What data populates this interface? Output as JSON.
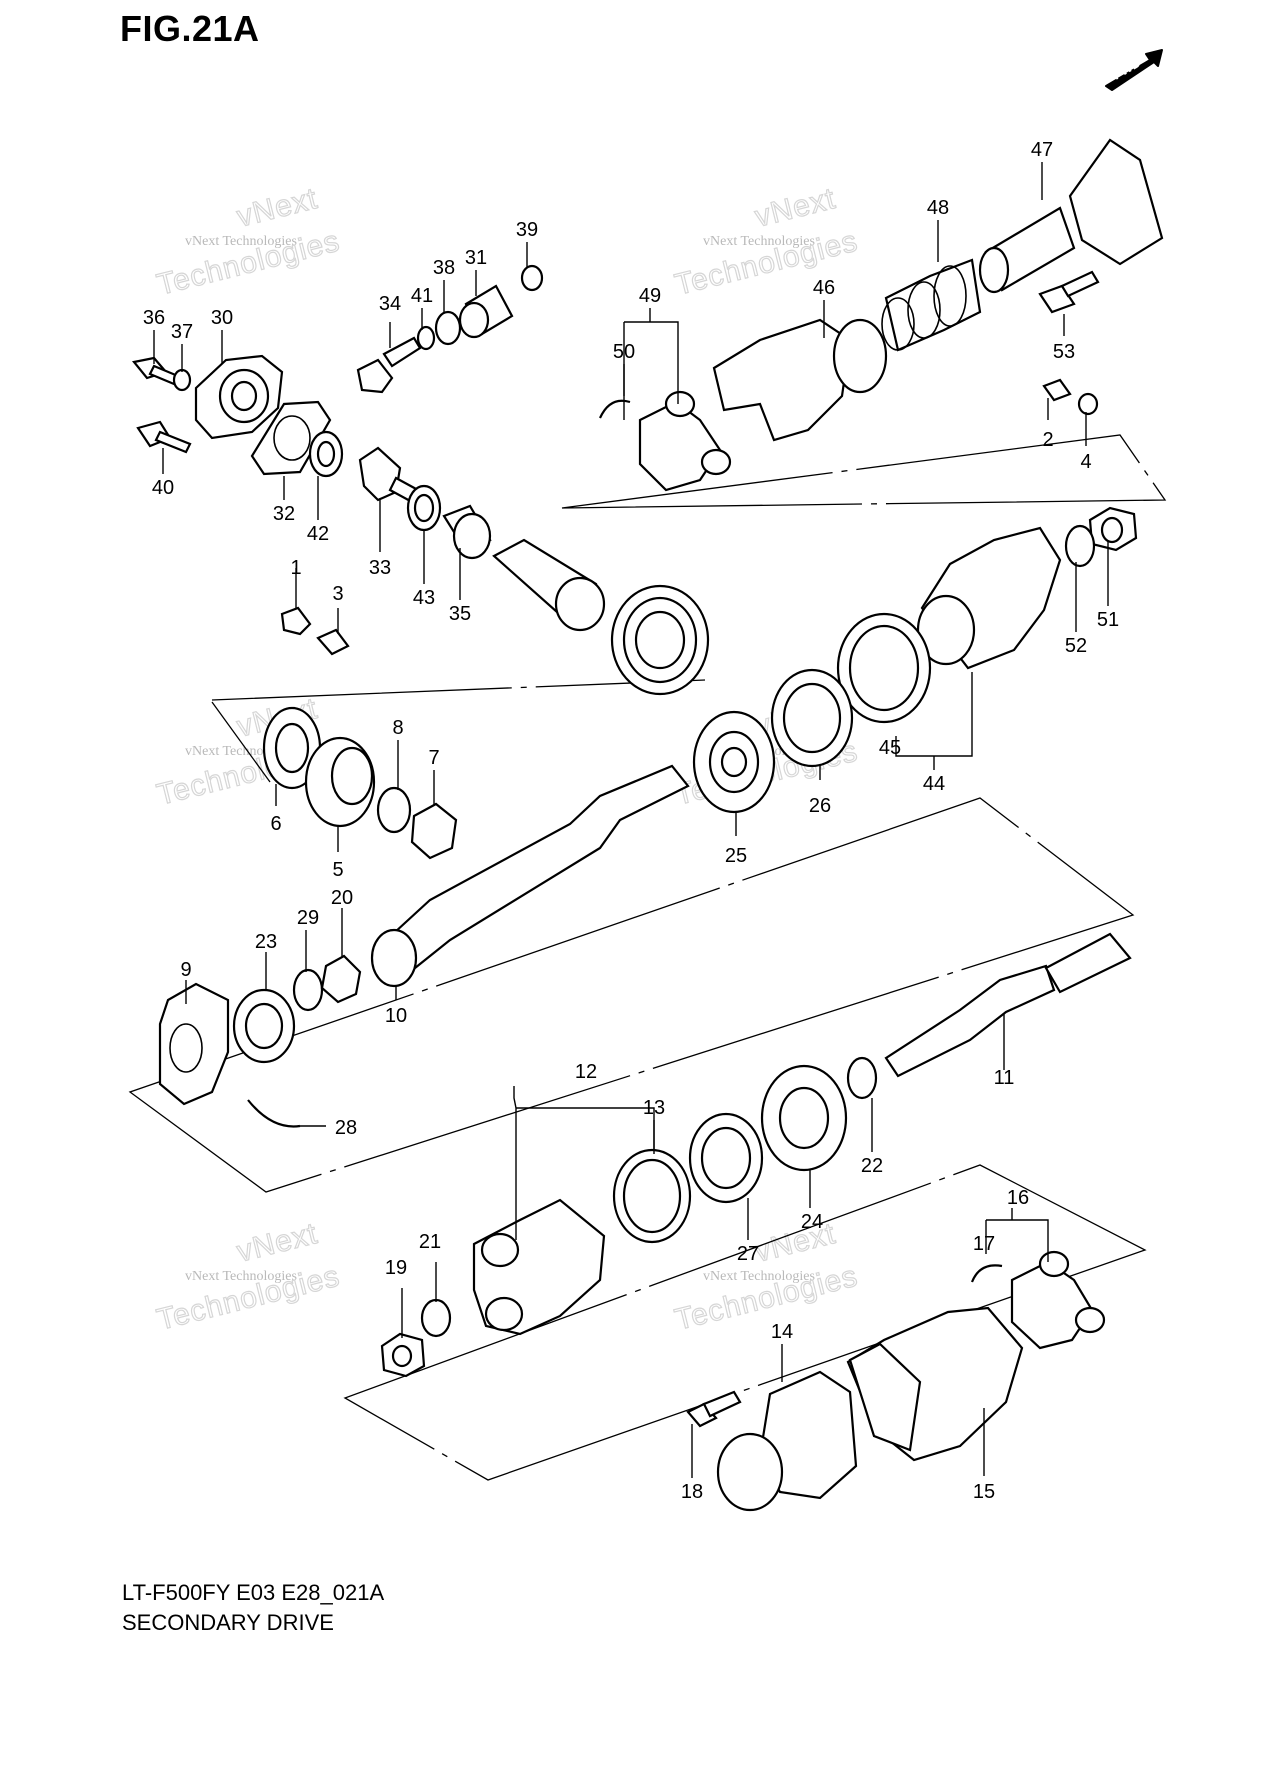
{
  "figure": {
    "title": "FIG.21A",
    "fwd_label": "FWD"
  },
  "model": {
    "line1": "LT-F500FY E03 E28_021A",
    "line2": "SECONDARY DRIVE"
  },
  "watermark": {
    "line1": "vNext Technologies",
    "line2": "vNext",
    "line3": "Technologies"
  },
  "callouts": [
    {
      "label": "1"
    },
    {
      "label": "2"
    },
    {
      "label": "3"
    },
    {
      "label": "4"
    },
    {
      "label": "5"
    },
    {
      "label": "6"
    },
    {
      "label": "7"
    },
    {
      "label": "8"
    },
    {
      "label": "9"
    },
    {
      "label": "10"
    },
    {
      "label": "11"
    },
    {
      "label": "12"
    },
    {
      "label": "13"
    },
    {
      "label": "14"
    },
    {
      "label": "15"
    },
    {
      "label": "16"
    },
    {
      "label": "17"
    },
    {
      "label": "18"
    },
    {
      "label": "19"
    },
    {
      "label": "20"
    },
    {
      "label": "21"
    },
    {
      "label": "22"
    },
    {
      "label": "23"
    },
    {
      "label": "24"
    },
    {
      "label": "25"
    },
    {
      "label": "26"
    },
    {
      "label": "27"
    },
    {
      "label": "28"
    },
    {
      "label": "29"
    },
    {
      "label": "30"
    },
    {
      "label": "31"
    },
    {
      "label": "32"
    },
    {
      "label": "33"
    },
    {
      "label": "34"
    },
    {
      "label": "35"
    },
    {
      "label": "36"
    },
    {
      "label": "37"
    },
    {
      "label": "38"
    },
    {
      "label": "39"
    },
    {
      "label": "40"
    },
    {
      "label": "41"
    },
    {
      "label": "42"
    },
    {
      "label": "43"
    },
    {
      "label": "44"
    },
    {
      "label": "45"
    },
    {
      "label": "46"
    },
    {
      "label": "47"
    },
    {
      "label": "48"
    },
    {
      "label": "49"
    },
    {
      "label": "50"
    },
    {
      "label": "51"
    },
    {
      "label": "52"
    },
    {
      "label": "53"
    }
  ]
}
